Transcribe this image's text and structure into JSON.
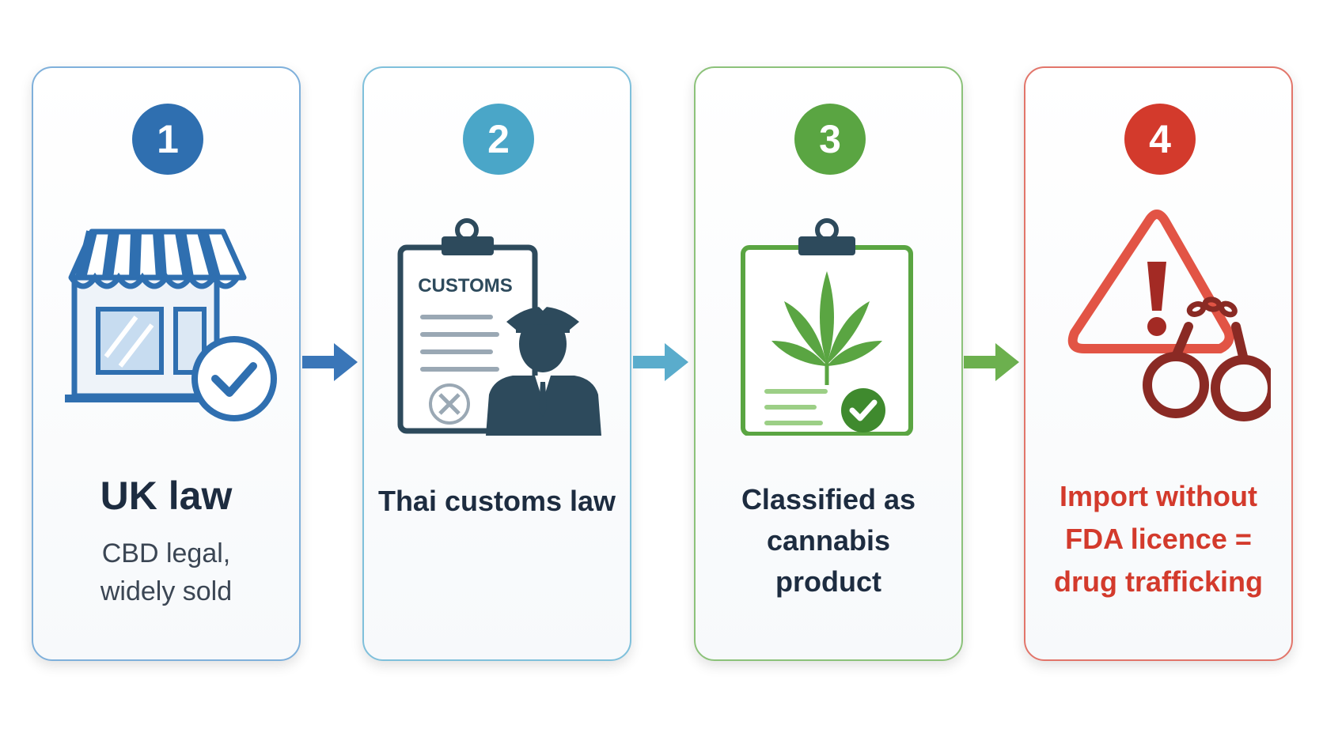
{
  "colors": {
    "step1": "#2f6fb0",
    "step2": "#4aa6c8",
    "step3": "#5aa542",
    "step4": "#d33a2c",
    "dark": "#2d4a5c"
  },
  "steps": [
    {
      "number": "1",
      "icon": "shop-check-icon",
      "title": "UK law",
      "subtitle": "CBD legal, widely sold"
    },
    {
      "number": "2",
      "icon": "customs-officer-clipboard-icon",
      "clipboard_label": "CUSTOMS",
      "title": "Thai customs law"
    },
    {
      "number": "3",
      "icon": "cannabis-clipboard-check-icon",
      "title": "Classified as cannabis product"
    },
    {
      "number": "4",
      "icon": "warning-handcuffs-icon",
      "title": "Import without FDA licence = drug trafficking"
    }
  ]
}
